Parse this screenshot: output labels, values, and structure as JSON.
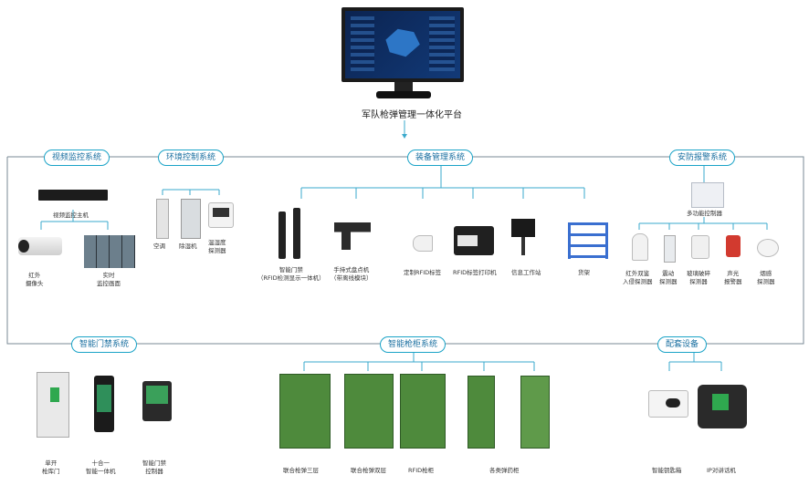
{
  "header": {
    "title": "军队枪弹管理一体化平台"
  },
  "systems": {
    "video": {
      "label": "视频监控系统",
      "host": "视频监控主机",
      "devices": [
        "红外\n摄像头",
        "实时\n监控画面"
      ]
    },
    "env": {
      "label": "环境控制系统",
      "devices": [
        "空调",
        "除湿机",
        "温湿度\n探测器"
      ]
    },
    "equip": {
      "label": "装备管理系统",
      "devices": [
        "智能门禁\n（RFID检测显示一体机）",
        "手持式盘点机\n（带离线模块）",
        "定制RFID标签",
        "RFID标签打印机",
        "信息工作站",
        "货架"
      ]
    },
    "alarm": {
      "label": "安防报警系统",
      "controller": "多功能控制器",
      "devices": [
        "红外双鉴\n入侵探测器",
        "震动\n探测器",
        "玻璃破碎\n探测器",
        "声光\n报警器",
        "烟感\n探测器"
      ]
    },
    "door": {
      "label": "智能门禁系统",
      "devices": [
        "单开\n枪库门",
        "十合一\n智能一体机",
        "智能门禁\n控制器"
      ]
    },
    "cabinet": {
      "label": "智能枪柜系统",
      "devices": [
        "联合枪弹三层",
        "联合枪弹双层",
        "RFID枪柜",
        "各类弹药柜"
      ]
    },
    "support": {
      "label": "配套设备",
      "devices": [
        "智能钥匙箱",
        "IP对讲话机"
      ]
    }
  },
  "colors": {
    "line": "#3aa9cc",
    "badge_border": "#1aa3c7",
    "cabinet": "#4e8a3c"
  }
}
